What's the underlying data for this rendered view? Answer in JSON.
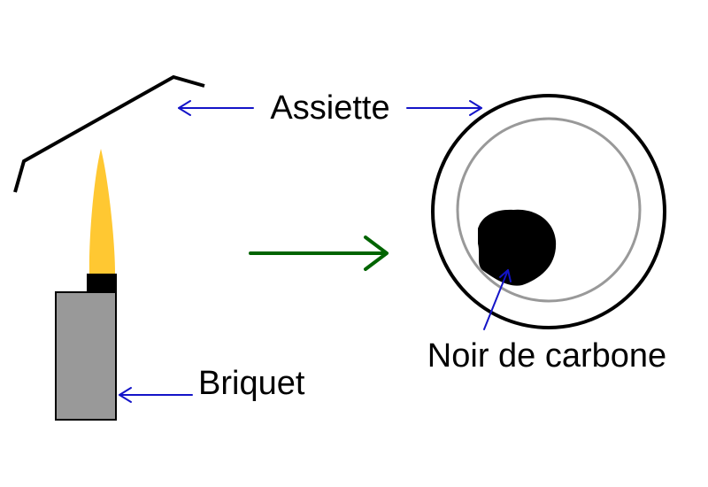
{
  "labels": {
    "plate": "Assiette",
    "lighter": "Briquet",
    "carbon_black": "Noir de carbone"
  },
  "colors": {
    "background": "#ffffff",
    "outline": "#000000",
    "plate_inner_ring": "#999999",
    "flame": "#ffc832",
    "lighter_body": "#999999",
    "label_arrow": "#1414c8",
    "process_arrow": "#006400",
    "soot": "#000000"
  }
}
